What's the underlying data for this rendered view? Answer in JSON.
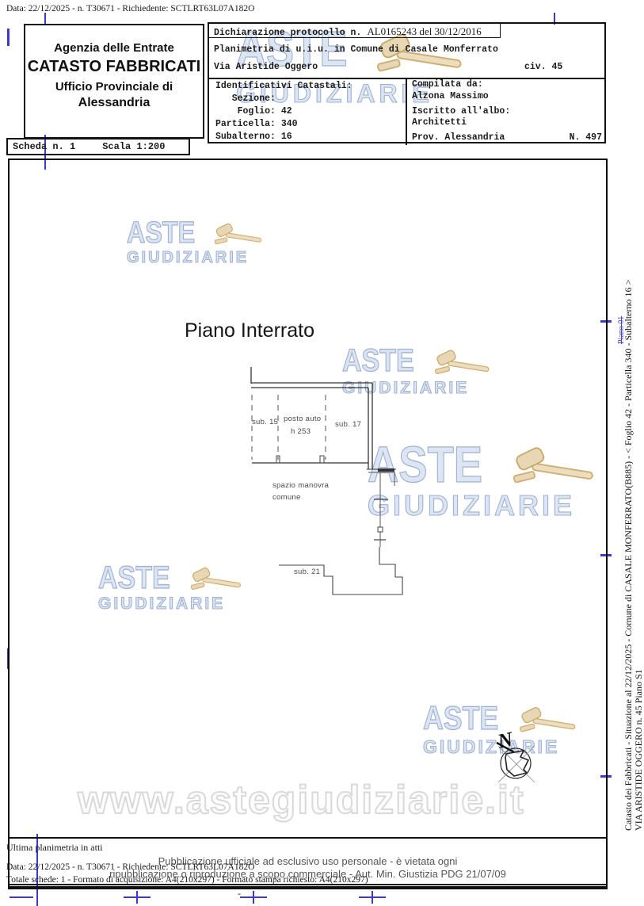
{
  "top_bar": {
    "request_line": "Data: 22/12/2025 - n. T30671 - Richiedente: SCTLRT63L07A182O"
  },
  "agency_box": {
    "line1": "Agenzia delle Entrate",
    "line2": "CATASTO FABBRICATI",
    "line3": "Ufficio Provinciale di",
    "line4": "Alessandria"
  },
  "scheda_box": {
    "scheda": "Scheda n. 1",
    "scala": "Scala 1:200"
  },
  "declaration_box": {
    "row1_label": "Dichiarazione protocollo n.",
    "row1_value": "AL0165243 del  30/12/2016",
    "row2": "Planimetria di u.i.u. in Comune di Casale Monferrato",
    "row3_street": "Via Aristide Oggero",
    "row3_civ": "civ. 45"
  },
  "identificativi": {
    "lines": [
      "Identificativi Catastali:",
      "   Sezione:",
      "    Foglio: 42",
      "Particella: 340",
      "Subalterno: 16"
    ]
  },
  "compilata": {
    "lines": [
      "Compilata da:",
      "Alzona Massimo",
      "",
      "Iscritto all'albo:",
      "Architetti"
    ],
    "prov": "Prov. Alessandria",
    "num": "N. 497"
  },
  "drawing": {
    "title": "Piano Interrato",
    "sub15": "sub. 15",
    "posto_auto": "posto auto",
    "altezza": "h 253",
    "sub17": "sub. 17",
    "spazio_line1": "spazio manovra",
    "spazio_line2": "comune",
    "sub21": "sub. 21",
    "compass": "N"
  },
  "watermark": {
    "aste": "ASTE",
    "giudiziarie": "GIUDIZIARIE",
    "url": "www.astegiudiziarie.it",
    "blue": "#a7b7d6",
    "gavel_color": "#e8d7b5"
  },
  "side_text": {
    "line1": "Catasto dei Fabbricati - Situazione al 22/12/2025 - Comune di CASALE MONFERRATO(B885) - <  Foglio 42 - Particella  340 - Subalterno 16 >",
    "line2": "VIA ARISTIDE OGGERO n. 45 Piano S1",
    "stamp": "Piano 01"
  },
  "footer": {
    "ultima": "Ultima planimetria in atti",
    "data_line": "Data: 22/12/2025 - n. T30671 - Richiedente: SCTLRT63L07A182O",
    "totale_line": "Totale schede: 1 - Formato di acquisizione: A4(210x297) - Formato stampa richiesto: A4(210x297)",
    "pub_line1": "Pubblicazione ufficiale ad esclusivo uso personale - è vietata ogni",
    "pub_line2": "ripubblicazione o riproduzione a scopo commerciale - Aut. Min. Giustizia PDG 21/07/09",
    "page_dash": "-"
  }
}
